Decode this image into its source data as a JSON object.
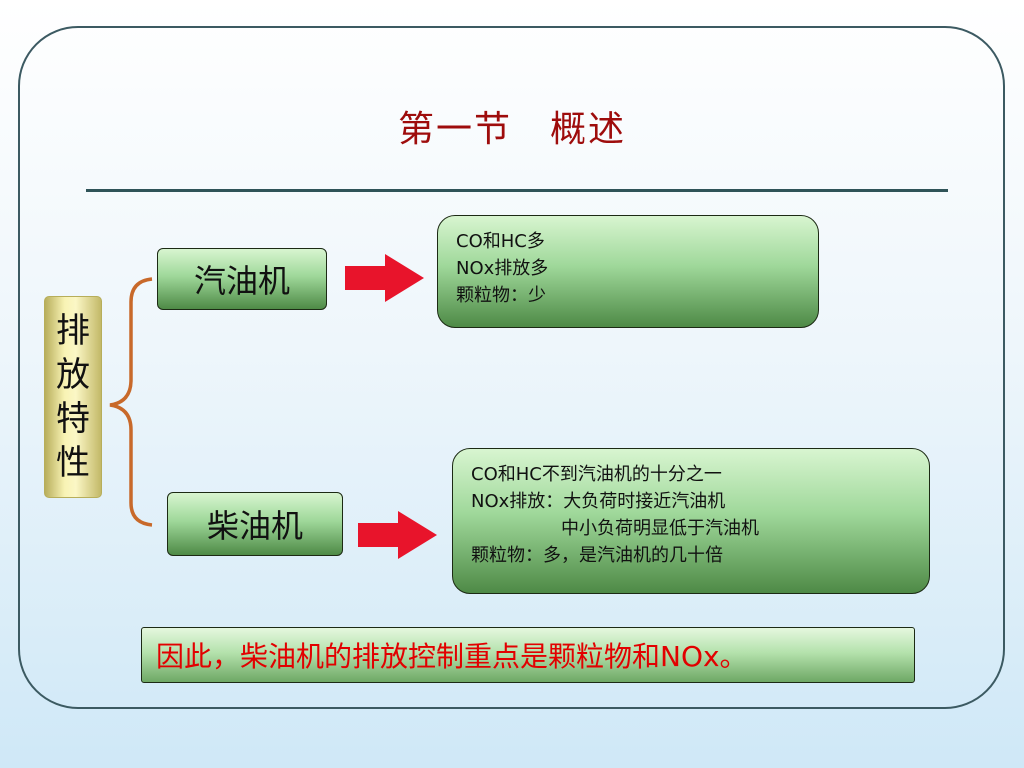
{
  "title": "第一节　概述",
  "category_label": [
    "排",
    "放",
    "特",
    "性"
  ],
  "gasoline": {
    "label": "汽油机",
    "lines": [
      "CO和HC多",
      "NOx排放多",
      "颗粒物：少"
    ]
  },
  "diesel": {
    "label": "柴油机",
    "lines": [
      "CO和HC不到汽油机的十分之一",
      "NOx排放：大负荷时接近汽油机",
      "　　　　　中小负荷明显低于汽油机",
      "颗粒物：多，是汽油机的几十倍"
    ]
  },
  "conclusion": "因此，柴油机的排放控制重点是颗粒物和NOx。",
  "colors": {
    "title": "#9e0c0c",
    "arrow": "#e8142b",
    "brace": "#c8692a",
    "conclusion_text": "#e20000"
  }
}
